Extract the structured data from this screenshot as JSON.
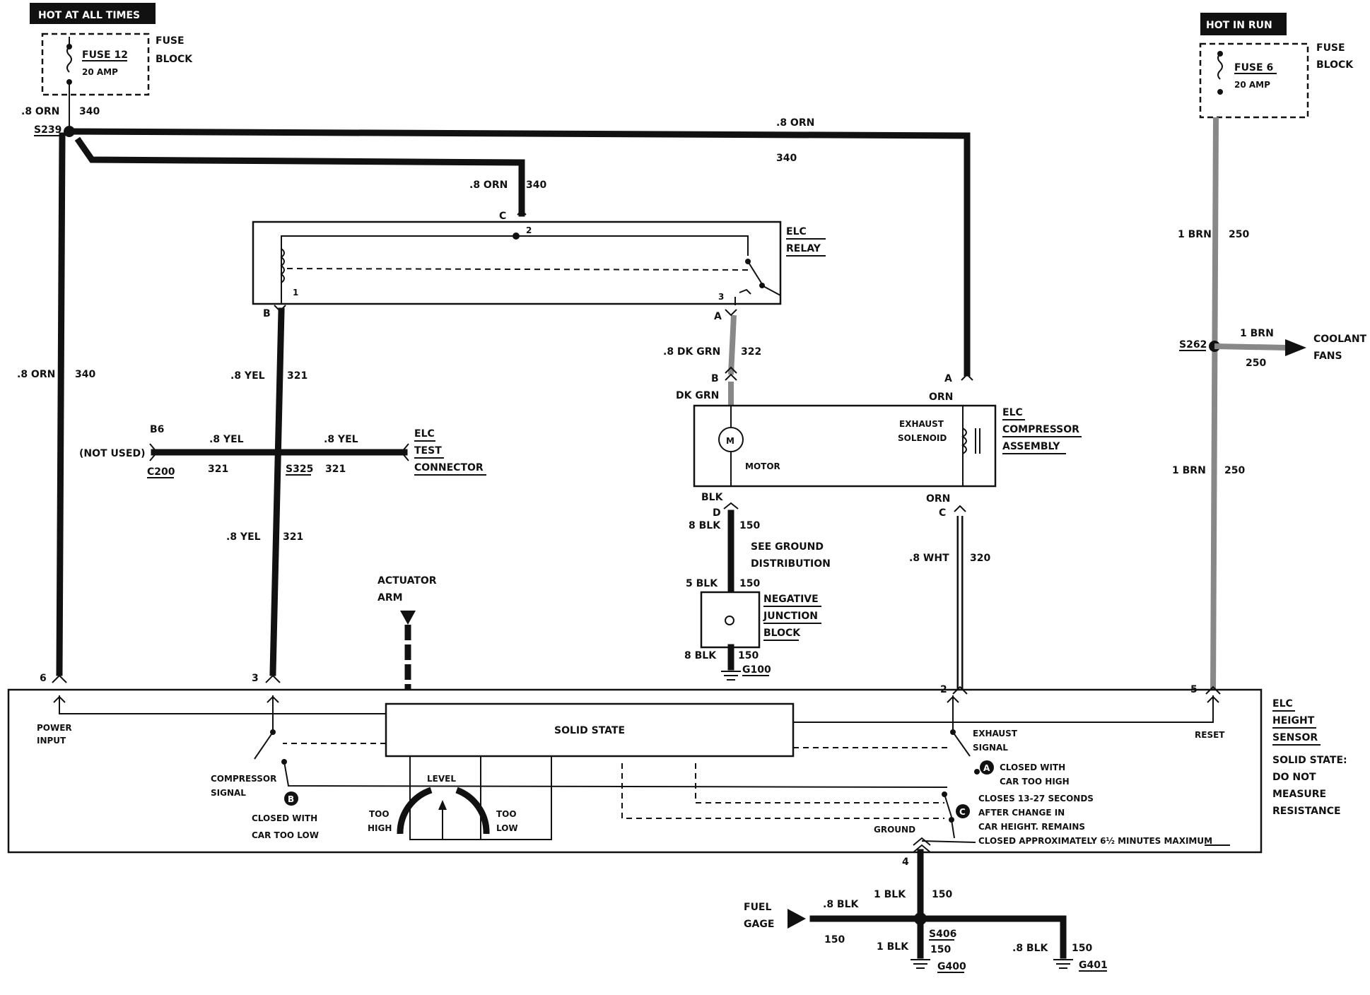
{
  "hot_labels": {
    "left": "HOT AT ALL TIMES",
    "right": "HOT IN RUN"
  },
  "fuse_left": {
    "name": "FUSE 12",
    "rating": "20 AMP",
    "block1": "FUSE",
    "block2": "BLOCK"
  },
  "fuse_right": {
    "name": "FUSE 6",
    "rating": "20 AMP",
    "block1": "FUSE",
    "block2": "BLOCK"
  },
  "wires": {
    "orn": ".8 ORN",
    "orn_circuit": "340",
    "yel": ".8 YEL",
    "yel_circuit": "321",
    "dkgrn": ".8 DK GRN",
    "dkgrn_circuit": "322",
    "dkgrn_short": "DK GRN",
    "orn_short": "ORN",
    "blk_short": "BLK",
    "blk8": "8 BLK",
    "blk5": "5 BLK",
    "blk_circuit": "150",
    "wht": ".8 WHT",
    "wht_circuit": "320",
    "brn": "1 BRN",
    "brn_circuit": "250",
    "blk1": "1 BLK",
    "blk08": ".8 BLK"
  },
  "splices": {
    "s239": "S239",
    "s325": "S325",
    "s262": "S262",
    "s406": "S406",
    "c200": "C200",
    "b6": "B6"
  },
  "grounds": {
    "g100": "G100",
    "g400": "G400",
    "g401": "G401"
  },
  "relay": {
    "title1": "ELC",
    "title2": "RELAY",
    "pin_c": "C",
    "pin_b": "B",
    "pin_a": "A",
    "t1": "1",
    "t2": "2",
    "t3": "3"
  },
  "test_connector": {
    "l1": "ELC",
    "l2": "TEST",
    "l3": "CONNECTOR",
    "not_used": "(NOT USED)"
  },
  "compressor": {
    "l1": "ELC",
    "l2": "COMPRESSOR",
    "l3": "ASSEMBLY",
    "motor": "MOTOR",
    "m": "M",
    "exhaust1": "EXHAUST",
    "exhaust2": "SOLENOID",
    "pin_a": "A",
    "pin_b": "B",
    "pin_c": "C",
    "pin_d": "D"
  },
  "ground_dist": {
    "l1": "SEE GROUND",
    "l2": "DISTRIBUTION"
  },
  "junction": {
    "l1": "NEGATIVE",
    "l2": "JUNCTION",
    "l3": "BLOCK"
  },
  "coolant": {
    "l1": "COOLANT",
    "l2": "FANS"
  },
  "actuator": {
    "l1": "ACTUATOR",
    "l2": "ARM"
  },
  "sensor": {
    "title1": "ELC",
    "title2": "HEIGHT",
    "title3": "SENSOR",
    "note1": "SOLID STATE:",
    "note2": "DO NOT",
    "note3": "MEASURE",
    "note4": "RESISTANCE",
    "solid_state": "SOLID STATE",
    "power1": "POWER",
    "power2": "INPUT",
    "comp1": "COMPRESSOR",
    "comp2": "SIGNAL",
    "b_note1": "CLOSED WITH",
    "b_note2": "CAR TOO LOW",
    "level": "LEVEL",
    "too_high1": "TOO",
    "too_high2": "HIGH",
    "too_low1": "TOO",
    "too_low2": "LOW",
    "exh1": "EXHAUST",
    "exh2": "SIGNAL",
    "a_note1": "CLOSED WITH",
    "a_note2": "CAR TOO HIGH",
    "c_note1": "CLOSES 13-27 SECONDS",
    "c_note2": "AFTER CHANGE IN",
    "c_note3": "CAR HEIGHT. REMAINS",
    "c_note4": "CLOSED APPROXIMATELY 6½ MINUTES MAXIMUM",
    "ground": "GROUND",
    "reset": "RESET",
    "pin6": "6",
    "pin3": "3",
    "pin2": "2",
    "pin5": "5",
    "pin4": "4",
    "letter_a": "A",
    "letter_b": "B",
    "letter_c": "C"
  },
  "fuel": {
    "l1": "FUEL",
    "l2": "GAGE"
  }
}
